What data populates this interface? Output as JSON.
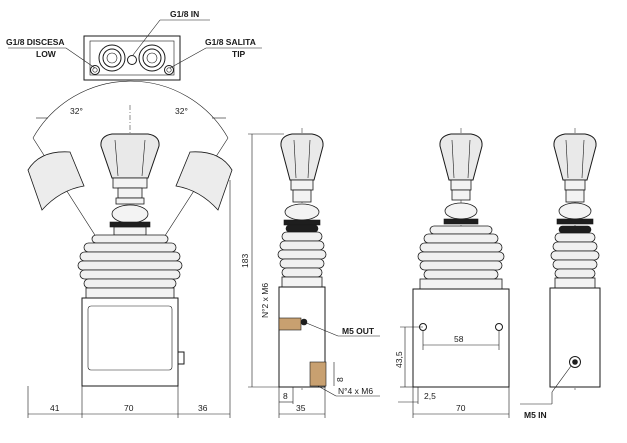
{
  "labels": {
    "port_in": "G1/8 IN",
    "port_down": "G1/8 DISCESA",
    "port_down_sub": "LOW",
    "port_up": "G1/8 SALITA",
    "port_up_sub": "TIP",
    "angle_left": "32°",
    "angle_right": "32°",
    "height_183": "183",
    "thread_m6_2": "N°2 x M6",
    "thread_m6_4": "N°4 x M6",
    "m5_out": "M5 OUT",
    "m5_in": "M5 IN",
    "dim_8_a": "8",
    "dim_8_b": "8",
    "dim_35": "35",
    "dim_41": "41",
    "dim_70_front": "70",
    "dim_36": "36",
    "dim_58": "58",
    "dim_43_5": "43,5",
    "dim_2_5": "2,5",
    "dim_70_side": "70"
  }
}
